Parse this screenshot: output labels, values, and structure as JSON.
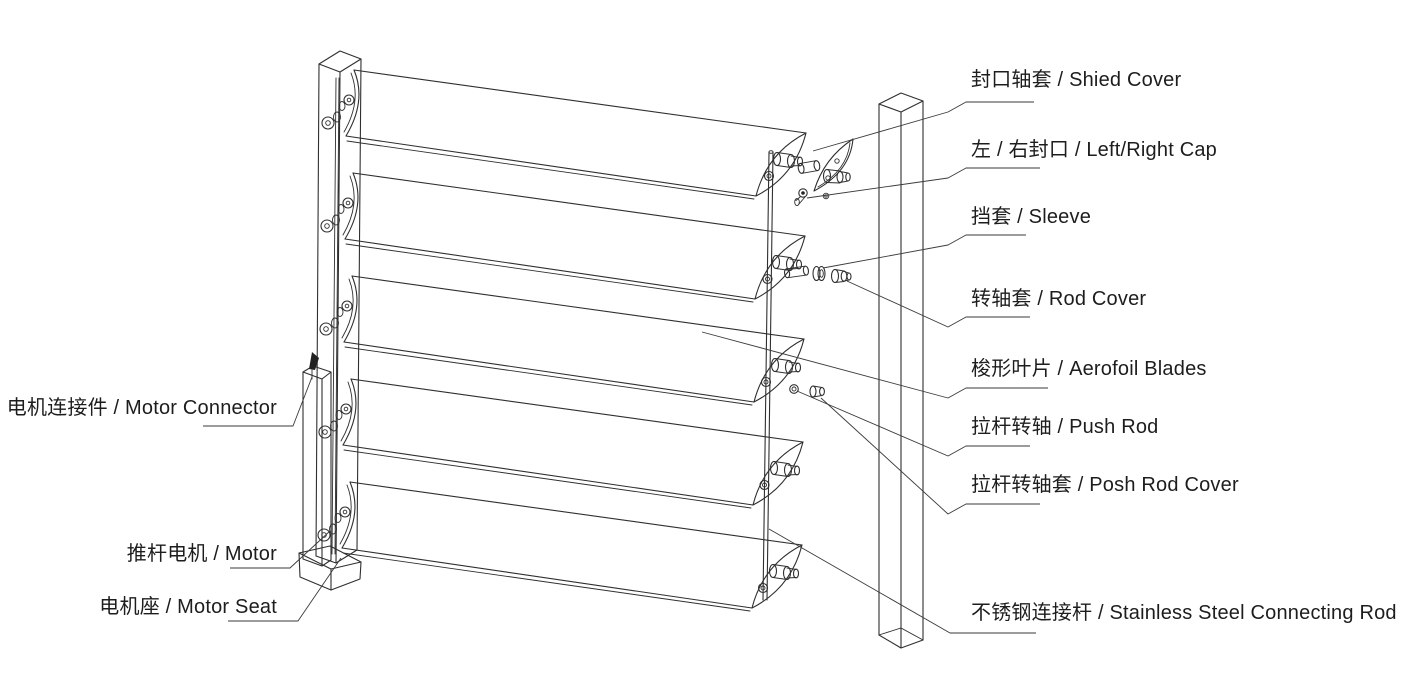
{
  "colors": {
    "background": "#ffffff",
    "line": "#2f2f2f",
    "leader": "#3a3a3a",
    "text": "#1d1d1d"
  },
  "labels": {
    "right": [
      {
        "text": "封口轴套 / Shied Cover"
      },
      {
        "text": "左 / 右封口 / Left/Right Cap"
      },
      {
        "text": "挡套 / Sleeve"
      },
      {
        "text": "转轴套 / Rod Cover"
      },
      {
        "text": "梭形叶片 / Aerofoil Blades"
      },
      {
        "text": "拉杆转轴 / Push Rod"
      },
      {
        "text": "拉杆转轴套 / Posh Rod Cover"
      },
      {
        "text": "不锈钢连接杆 / Stainless Steel Connecting Rod"
      }
    ],
    "left": [
      {
        "text": "电机连接件 / Motor Connector"
      },
      {
        "text": "推杆电机 / Motor"
      },
      {
        "text": "电机座 / Motor Seat"
      }
    ]
  }
}
